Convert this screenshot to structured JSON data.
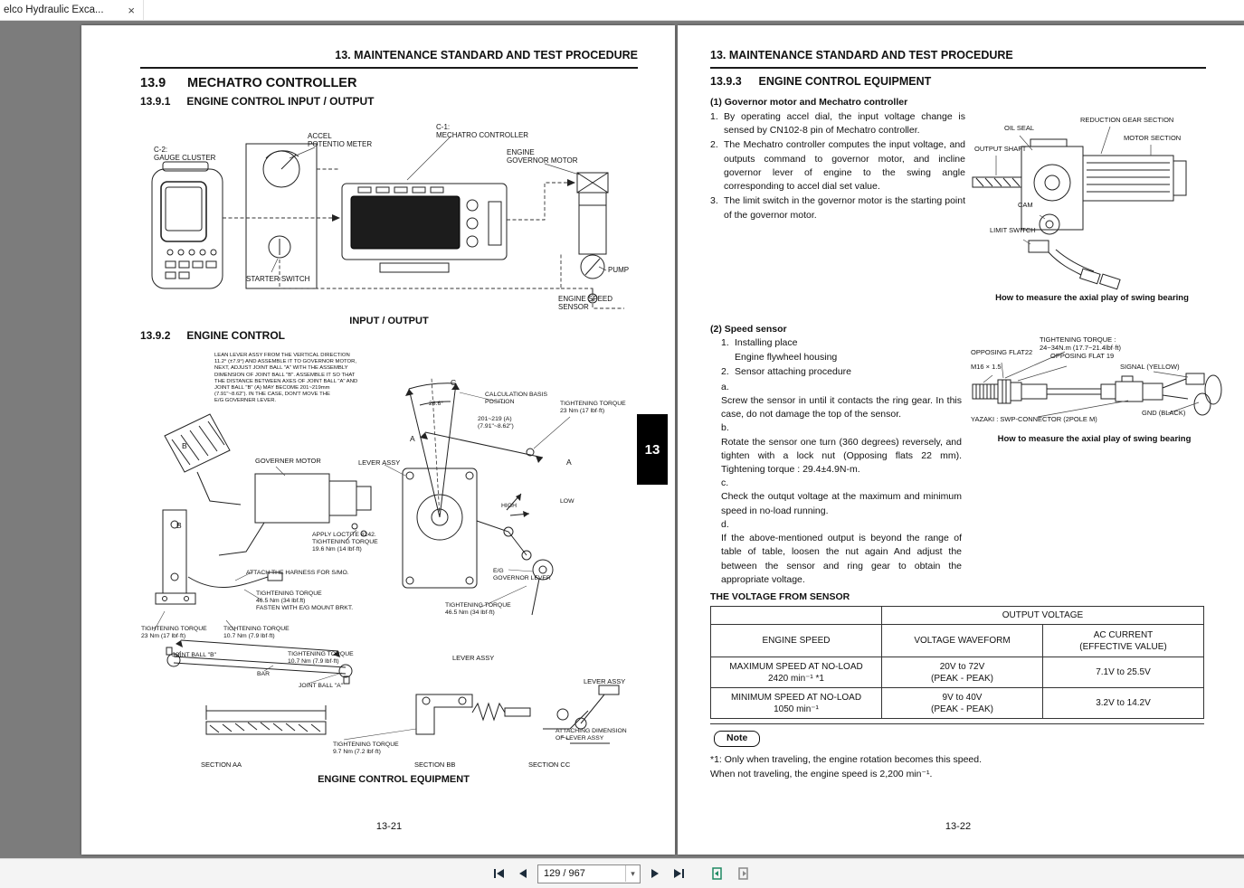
{
  "browser": {
    "tab_title": "elco Hydraulic Exca...",
    "close": "×"
  },
  "toolbar": {
    "page_value": "129 / 967",
    "caret": "▾"
  },
  "pl": {
    "header": "13.  MAINTENANCE STANDARD AND TEST PROCEDURE",
    "s9_num": "13.9",
    "s9_title": "MECHATRO CONTROLLER",
    "s91_num": "13.9.1",
    "s91_title": "ENGINE CONTROL INPUT / OUTPUT",
    "s92_num": "13.9.2",
    "s92_title": "ENGINE CONTROL",
    "tab13": "13",
    "page_no": "13-21",
    "d1": {
      "gauge": "C-2:\nGAUGE CLUSTER",
      "accel": "ACCEL\nPOTENTIO METER",
      "mechatro": "C-1:\nMECHATRO CONTROLLER",
      "gov": "ENGINE\nGOVERNOR MOTOR",
      "starter": "STARTER SWITCH",
      "pump": "PUMP",
      "sensor": "ENGINE SPEED\nSENSOR",
      "caption": "INPUT / OUTPUT"
    },
    "d2": {
      "note": "LEAN LEVER ASSY FROM THE VERTICAL DIRECTION\n11.2° (±7.9°) AND ASSEMBLE IT TO GOVERNOR MOTOR,\nNEXT, ADJUST JOINT BALL \"A\" WITH THE ASSEMBLY\nDIMENSION OF JOINT BALL \"B\". ASSEMBLE IT SO THAT\nTHE DISTANCE BETWEEN AXES OF JOINT BALL \"A\" AND\nJOINT BALL \"B\" (A) MAY BECOME 201~219mm\n(7.91\"~8.62\"). IN THE CASE, DON'T MOVE THE\nE/G GOVERNER LEVER.",
      "angle": "28.6°",
      "calc": "CALCULATION BASIS\nPOSITION",
      "dim_a": "201~219  (A)\n(7.91\"~8.62\")",
      "tt23_r": "TIGHTENING TORQUE\n23 Nm (17 lbf·ft)",
      "gov": "GOVERNER MOTOR",
      "lever_top": "LEVER ASSY",
      "high": "HIGH",
      "low": "LOW",
      "loctite": "APPLY LOCTITE #242.\nTIGHTENING TORQUE\n19.6 Nm (14 lbf·ft)",
      "harness": "ATTACH THE HARNESS FOR S/MO.",
      "tt465_l": "TIGHTENING TORQUE\n46.5 Nm (34 lbf.ft)\nFASTEN WITH E/G MOUNT BRKT.",
      "eg_lever": "E/G\nGOVERNOR LEVER",
      "tt465_m": "TIGHTENING TORQUE\n46.5 Nm (34 lbf·ft)",
      "tt23_l": "TIGHTENING TORQUE\n23 Nm (17 lbf·ft)",
      "tt107_a": "TIGHTENING TORQUE\n10.7 Nm (7.9 lbf·ft)",
      "jb_b": "JOINT BALL \"B\"",
      "tt107_b": "TIGHTENING TORQUE\n10.7 Nm (7.9 lbf·ft)",
      "bar": "BAR",
      "jb_a": "JOINT BALL \"A\"",
      "lever_mid": "LEVER ASSY",
      "lever_right": "LEVER ASSY",
      "attach_dim": "ATTACHING DIMENSION\nOF LEVER ASSY",
      "sec_aa": "SECTION AA",
      "tt97": "TIGHTENING TORQUE\n9.7 Nm (7.2 lbf·ft)",
      "sec_bb": "SECTION BB",
      "sec_cc": "SECTION CC",
      "mk_c": "C",
      "mk_a1": "A",
      "mk_a2": "A",
      "mk_b1": "B",
      "mk_b2": "B",
      "caption": "ENGINE CONTROL EQUIPMENT"
    }
  },
  "pr": {
    "header": "13.  MAINTENANCE STANDARD AND TEST PROCEDURE",
    "s93_num": "13.9.3",
    "s93_title": "ENGINE CONTROL EQUIPMENT",
    "sec1_title": "(1)  Governor motor and Mechatro controller",
    "sec1": [
      {
        "n": "1.",
        "t": "By operating accel dial, the input voltage change is sensed by CN102-8 pin of Mechatro controller."
      },
      {
        "n": "2.",
        "t": "The Mechatro controller computes the input voltage, and outputs command to governor motor, and incline governor lever of engine to the swing angle corresponding to accel dial set value."
      },
      {
        "n": "3.",
        "t": "The limit switch in the governor motor is the starting point of the governor motor."
      }
    ],
    "d1": {
      "oil_seal": "OIL SEAL",
      "reduction": "REDUCTION GEAR SECTION",
      "motor": "MOTOR SECTION",
      "output_shaft": "OUTPUT SHAFT",
      "cam": "CAM",
      "limit": "LIMIT SWITCH",
      "caption": "How to measure the axial play of swing bearing"
    },
    "sec2_title": "(2)  Speed sensor",
    "sec2": [
      {
        "n": "1.",
        "t": "Installing place"
      },
      {
        "n": "",
        "t": "Engine flywheel housing"
      },
      {
        "n": "2.",
        "t": "Sensor attaching procedure"
      },
      {
        "n": "a.",
        "t": "Screw the sensor in until it contacts the ring gear. In this case, do not damage the top of the sensor."
      },
      {
        "n": "b.",
        "t": "Rotate the sensor one turn (360 degrees) reversely, and tighten with a lock nut (Opposing flats 22 mm). Tightening torque : 29.4±4.9N-m."
      },
      {
        "n": "c.",
        "t": "Check the outqut voltage at the maximum and minimum speed in no-load running."
      },
      {
        "n": "d.",
        "t": "If the above-mentioned output is beyond the range of table of table, loosen the nut again And adjust the between the sensor and ring gear to obtain the appropriate voltage."
      }
    ],
    "d2": {
      "tt": "TIGHTENING TORQUE :\n24~34N.m (17.7~21.4lbf·ft)",
      "flat22": "OPPOSING FLAT22",
      "flat19": "OPPOSING FLAT 19",
      "m16": "M16 × 1.5",
      "signal": "SIGNAL (YELLOW)",
      "yazaki": "YAZAKI : SWP-CONNECTOR (2POLE M)",
      "gnd": "GND (BLACK)",
      "caption": "How to measure the axial play of swing bearing"
    },
    "volt_title": "THE VOLTAGE FROM SENSOR",
    "table": {
      "out": "OUTPUT VOLTAGE",
      "c1": "ENGINE SPEED",
      "c2": "VOLTAGE WAVEFORM",
      "c3": "AC CURRENT\n(EFFECTIVE VALUE)",
      "r1c1": "MAXIMUM SPEED AT NO-LOAD\n2420 min⁻¹ *1",
      "r1c2": "20V to 72V\n(PEAK - PEAK)",
      "r1c3": "7.1V to 25.5V",
      "r2c1": "MINIMUM SPEED AT NO-LOAD\n1050 min⁻¹",
      "r2c2": "9V to 40V\n(PEAK - PEAK)",
      "r2c3": "3.2V to 14.2V"
    },
    "note_label": "Note",
    "fn1": "*1: Only when traveling, the engine rotation becomes this speed.",
    "fn2": "When not traveling, the engine speed is 2,200 min⁻¹.",
    "page_no": "13-22"
  }
}
